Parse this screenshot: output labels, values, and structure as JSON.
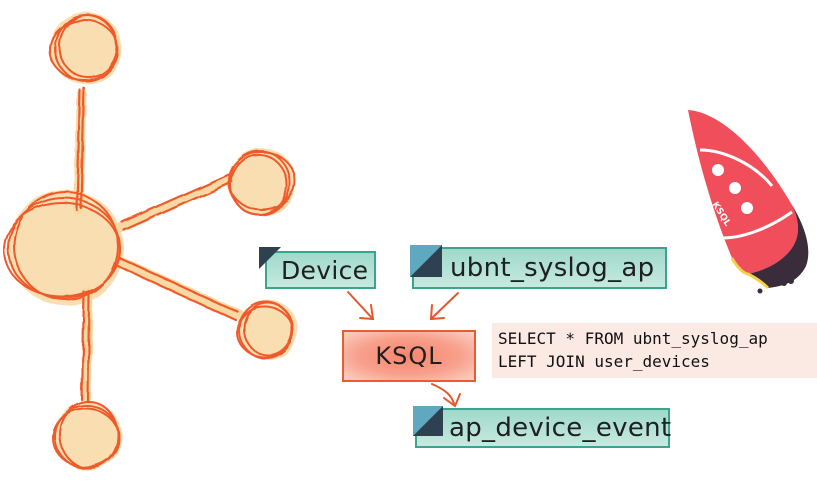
{
  "diagram": {
    "nodes": {
      "device": "Device",
      "source": "ubnt_syslog_ap",
      "processor": "KSQL",
      "output": "ap_device_event"
    },
    "query_lines": [
      "SELECT * FROM ubnt_syslog_ap",
      "LEFT JOIN user_devices"
    ],
    "rocket_label": "KSQL"
  },
  "colors": {
    "graph_stroke": "#ef5a2a",
    "graph_fill": "#f8d9a4",
    "stream_border": "#3ca48e",
    "stream_fill": "#84cebc",
    "tab_dark": "#2d4150",
    "tab_light": "#5fa8c0",
    "ksql_fill": "#f77e64",
    "rocket_red": "#ef4e5a",
    "rocket_dark": "#3a2c3a"
  }
}
